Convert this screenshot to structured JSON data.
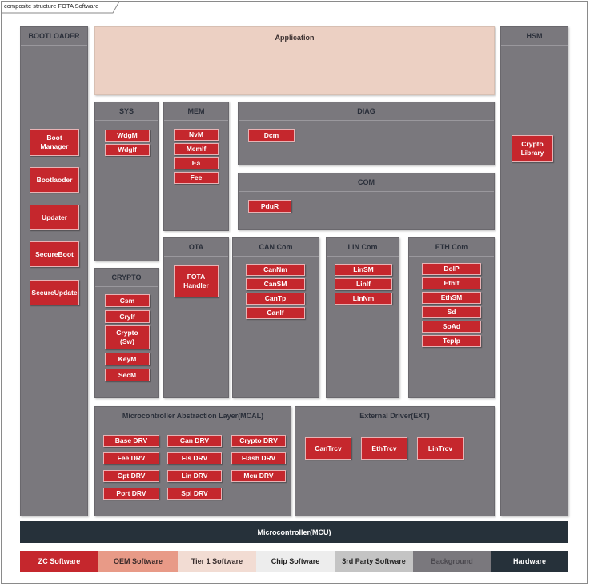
{
  "tab_title": "composite structure FOTA Software",
  "blocks": {
    "bootloader": {
      "title": "BOOTLOADER",
      "items": [
        "Boot\nManager",
        "Bootlaoder",
        "Updater",
        "SecureBoot",
        "SecureUpdate"
      ]
    },
    "application": {
      "title": "Application"
    },
    "hsm": {
      "title": "HSM",
      "items": [
        "Crypto\nLibrary"
      ]
    },
    "sys": {
      "title": "SYS",
      "items": [
        "WdgM",
        "WdgIf"
      ]
    },
    "mem": {
      "title": "MEM",
      "items": [
        "NvM",
        "MemIf",
        "Ea",
        "Fee"
      ]
    },
    "diag": {
      "title": "DIAG",
      "items": [
        "Dcm"
      ]
    },
    "com": {
      "title": "COM",
      "items": [
        "PduR"
      ]
    },
    "crypto": {
      "title": "CRYPTO",
      "items": [
        "Csm",
        "CryIf",
        "Crypto\n(Sw)",
        "KeyM",
        "SecM"
      ]
    },
    "ota": {
      "title": "OTA",
      "items": [
        "FOTA\nHandler"
      ]
    },
    "can_com": {
      "title": "CAN Com",
      "items": [
        "CanNm",
        "CanSM",
        "CanTp",
        "CanIf"
      ]
    },
    "lin_com": {
      "title": "LIN Com",
      "items": [
        "LinSM",
        "LinIf",
        "LinNm"
      ]
    },
    "eth_com": {
      "title": "ETH Com",
      "items": [
        "DoIP",
        "EthIf",
        "EthSM",
        "Sd",
        "SoAd",
        "TcpIp"
      ]
    },
    "mcal": {
      "title": "Microcontroller Abstraction Layer(MCAL)",
      "items": [
        "Base DRV",
        "Can DRV",
        "Crypto DRV",
        "Fee DRV",
        "Fls DRV",
        "Flash DRV",
        "Gpt DRV",
        "Lin DRV",
        "Mcu DRV",
        "Port DRV",
        "Spi DRV"
      ]
    },
    "ext": {
      "title": "External Driver(EXT)",
      "items": [
        "CanTrcv",
        "EthTrcv",
        "LinTrcv"
      ]
    }
  },
  "mcu": {
    "title": "Microcontroller(MCU)"
  },
  "legend": [
    {
      "label": "ZC Software",
      "bg": "#c5272d",
      "fg": "#ffffff"
    },
    {
      "label": "OEM Software",
      "bg": "#e89a87",
      "fg": "#3a2a2a"
    },
    {
      "label": "Tier 1 Software",
      "bg": "#f2dcd3",
      "fg": "#3a2f2f"
    },
    {
      "label": "Chip Software",
      "bg": "#ededed",
      "fg": "#222222"
    },
    {
      "label": "3rd Party Software",
      "bg": "#c4c4c4",
      "fg": "#222222"
    },
    {
      "label": "Background",
      "bg": "#7a787d",
      "fg": "#4c4a50"
    },
    {
      "label": "Hardware",
      "bg": "#26313a",
      "fg": "#ffffff"
    }
  ]
}
